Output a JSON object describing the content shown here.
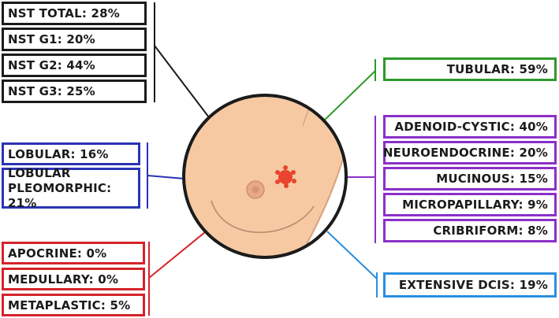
{
  "groups": {
    "nst": {
      "color": "#1b1b1b",
      "items": [
        "NST TOTAL: 28%",
        "NST G1: 20%",
        "NST G2: 44%",
        "NST G3: 25%"
      ]
    },
    "lobular": {
      "color": "#2a33b4",
      "items": [
        "LOBULAR: 16%",
        "LOBULAR PLEOMORPHIC: 21%"
      ]
    },
    "other_left": {
      "color": "#d5232a",
      "items": [
        "APOCRINE: 0%",
        "MEDULLARY: 0%",
        "METAPLASTIC: 5%"
      ]
    },
    "tubular": {
      "color": "#2e9a2a",
      "items": [
        "TUBULAR: 59%"
      ]
    },
    "special": {
      "color": "#8a30c8",
      "items": [
        "ADENOID-CYSTIC: 40%",
        "NEUROENDOCRINE: 20%",
        "MUCINOUS: 15%",
        "MICROPAPILLARY: 9%",
        "CRIBRIFORM: 8%"
      ]
    },
    "dcis": {
      "color": "#2a8fe0",
      "items": [
        "EXTENSIVE DCIS: 19%"
      ]
    }
  },
  "illustration": {
    "skin_color": "#f6c9a3",
    "areola_color": "#e8a986",
    "tumor_color": "#e8442e",
    "outline_color": "#1b1b1b"
  }
}
